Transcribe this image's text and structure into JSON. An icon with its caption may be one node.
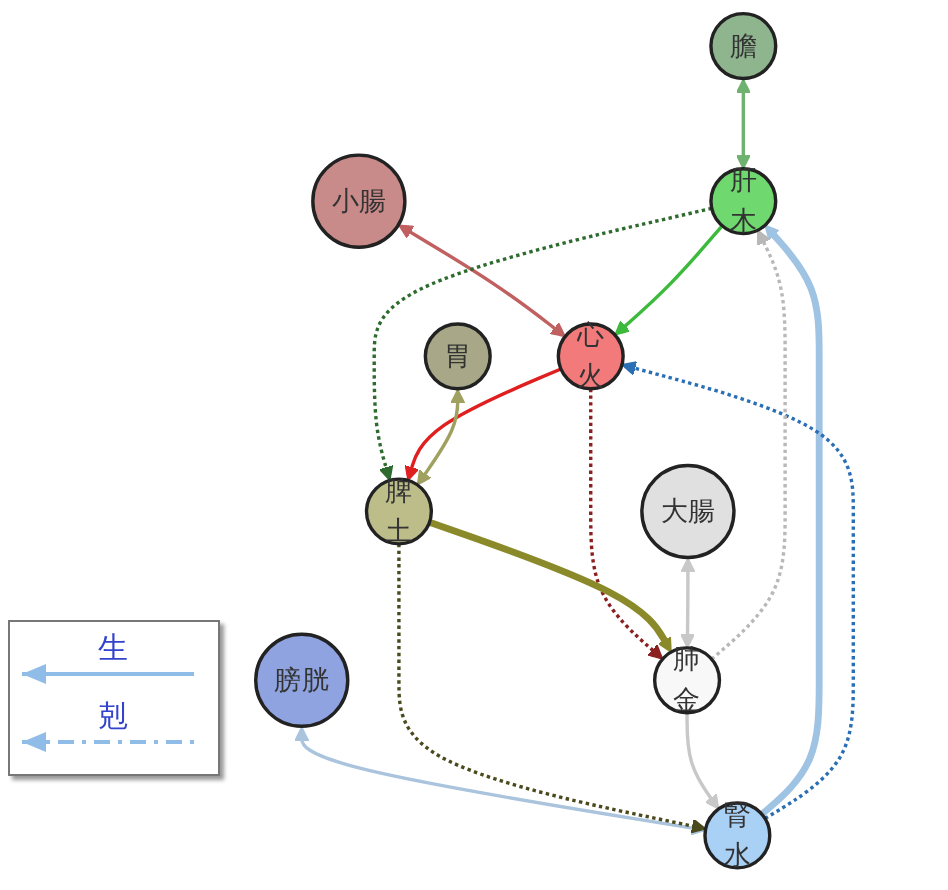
{
  "diagram": {
    "nodes": [
      {
        "text": [
          "膽"
        ]
      },
      {
        "text": [
          "肝",
          "木"
        ]
      },
      {
        "text": [
          "小腸"
        ]
      },
      {
        "text": [
          "心",
          "火"
        ]
      },
      {
        "text": [
          "腎",
          "水"
        ]
      },
      {
        "text": [
          "膀胱"
        ]
      },
      {
        "text": [
          "脾",
          "土"
        ]
      },
      {
        "text": [
          "肺",
          "金"
        ]
      },
      {
        "text": [
          "胃"
        ]
      },
      {
        "text": [
          "大腸"
        ]
      }
    ],
    "edges": [
      {
        "from": 0,
        "to": 1,
        "arrow": "both",
        "color": "#6fb26f"
      },
      {
        "from": 2,
        "to": 3,
        "arrow": "both",
        "color": "#c06060"
      },
      {
        "from": 5,
        "to": 4,
        "arrow": "both",
        "color": "#aac4dd"
      },
      {
        "from": 1,
        "to": 3,
        "arrow": "to",
        "color": "#3cba3c"
      },
      {
        "from": 4,
        "to": 1,
        "arrow": "to",
        "style": "thick",
        "color": "#9fc3e3"
      },
      {
        "from": 4,
        "to": 3,
        "arrow": "to",
        "style": "dashed",
        "color": "#2a6fb5"
      },
      {
        "from": 1,
        "to": 6,
        "arrow": "to",
        "style": "dashed",
        "color": "#2e6b2e"
      },
      {
        "from": 7,
        "to": 1,
        "arrow": "to",
        "style": "dashed",
        "color": "#b8b8b8"
      },
      {
        "from": 3,
        "to": 6,
        "arrow": "to",
        "color": "#e02020"
      },
      {
        "from": 3,
        "to": 7,
        "arrow": "to",
        "style": "dashed",
        "color": "#8b2020"
      },
      {
        "from": 6,
        "to": 4,
        "arrow": "to",
        "style": "dashed",
        "color": "#4a4a1e"
      },
      {
        "from": 6,
        "to": 7,
        "arrow": "to",
        "style": "thick",
        "color": "#8a8a2a"
      },
      {
        "from": 7,
        "to": 4,
        "arrow": "to",
        "color": "#c8c8c8"
      },
      {
        "from": 8,
        "to": 6,
        "arrow": "both",
        "color": "#a0a060"
      },
      {
        "from": 9,
        "to": 7,
        "arrow": "both",
        "color": "#c8c8c8"
      }
    ],
    "legend": [
      {
        "text": "生"
      },
      {
        "text": "剋"
      }
    ]
  }
}
